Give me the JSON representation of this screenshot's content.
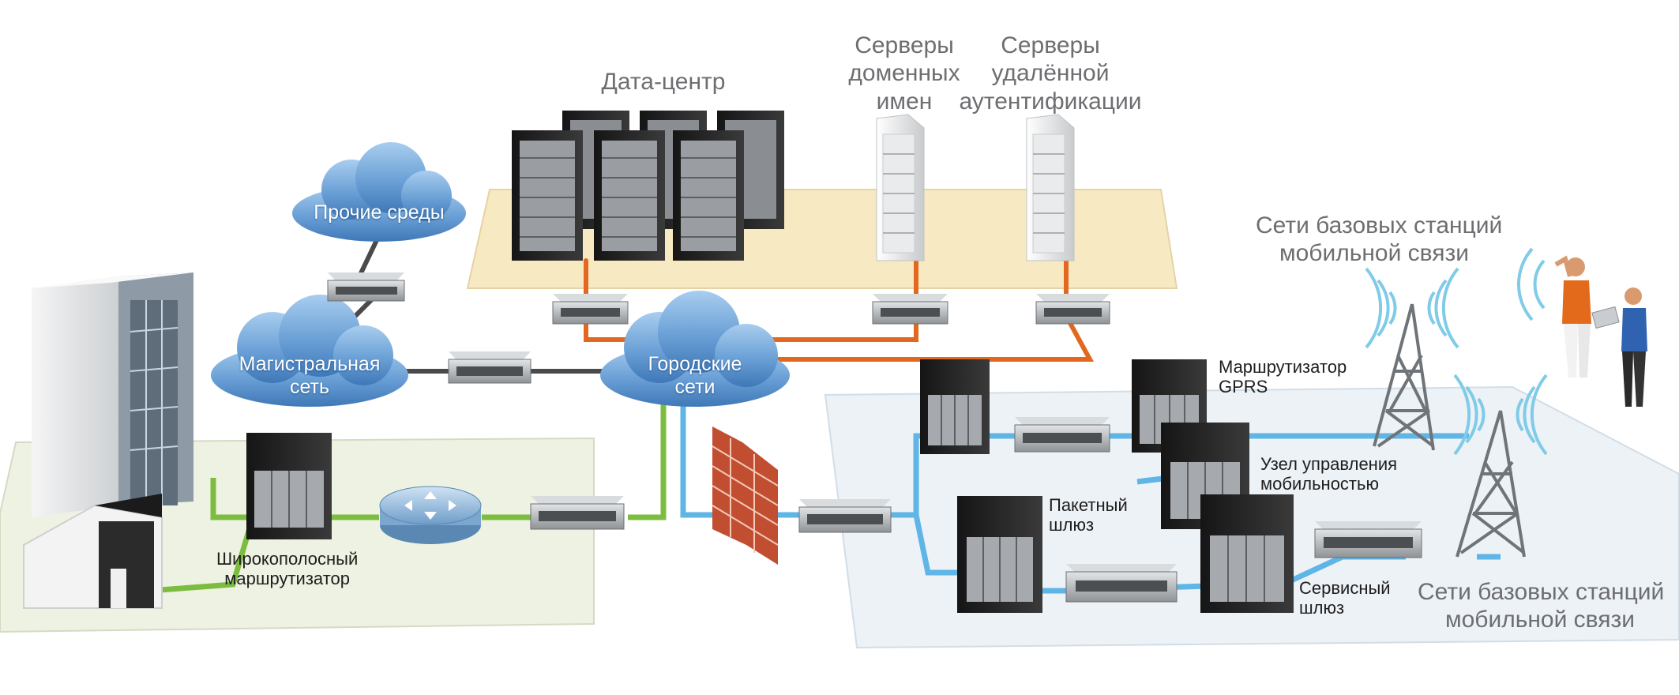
{
  "labels": {
    "datacenter": "Дата-центр",
    "dns_line1": "Серверы",
    "dns_line2": "доменных",
    "dns_line3": "имен",
    "auth_line1": "Серверы",
    "auth_line2": "удалённой",
    "auth_line3": "аутентификации",
    "bs_top_line1": "Сети базовых станций",
    "bs_top_line2": "мобильной связи",
    "bs_bottom_line1": "Сети базовых станций",
    "bs_bottom_line2": "мобильной связи",
    "gprs_line1": "Маршрутизатор",
    "gprs_line2": "GPRS",
    "mobility_line1": "Узел управления",
    "mobility_line2": "мобильностью",
    "packet_gw_line1": "Пакетный",
    "packet_gw_line2": "шлюз",
    "service_gw_line1": "Сервисный",
    "service_gw_line2": "шлюз",
    "broadband_line1": "Широкополосный",
    "broadband_line2": "маршрутизатор"
  },
  "clouds": {
    "other": "Прочие среды",
    "backbone_line1": "Магистральная",
    "backbone_line2": "сеть",
    "metro_line1": "Городские",
    "metro_line2": "сети"
  },
  "colors": {
    "orange_link": "#e2681f",
    "green_link": "#7cbd3f",
    "blue_link": "#5eb5e6",
    "gray_link": "#4a4a4a",
    "datacenter_platform": "#f7e9c2",
    "home_platform": "#eef2e2",
    "mobile_platform": "#edf2f6",
    "cloud": "#6aa0d6",
    "firewall": "#c24e31"
  },
  "icons": [
    "cloud-icon",
    "server-rack-icon",
    "switch-icon",
    "router-icon",
    "firewall-icon",
    "cell-tower-icon",
    "person-icon",
    "building-icon",
    "house-icon"
  ]
}
